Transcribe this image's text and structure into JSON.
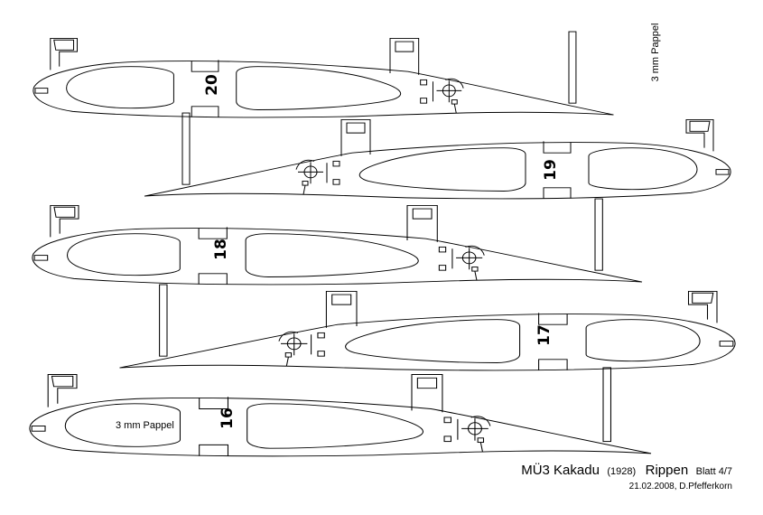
{
  "drawing": {
    "material_note": "3 mm Pappel",
    "ribs": [
      {
        "number": "20",
        "material": ""
      },
      {
        "number": "19",
        "material": ""
      },
      {
        "number": "18",
        "material": ""
      },
      {
        "number": "17",
        "material": ""
      },
      {
        "number": "16",
        "material": "3 mm Pappel"
      }
    ]
  },
  "title_block": {
    "model": "MÜ3 Kakadu",
    "year": "(1928)",
    "part": "Rippen",
    "sheet": "Blatt 4/7",
    "date_author": "21.02.2008, D.Pfefferkorn"
  }
}
